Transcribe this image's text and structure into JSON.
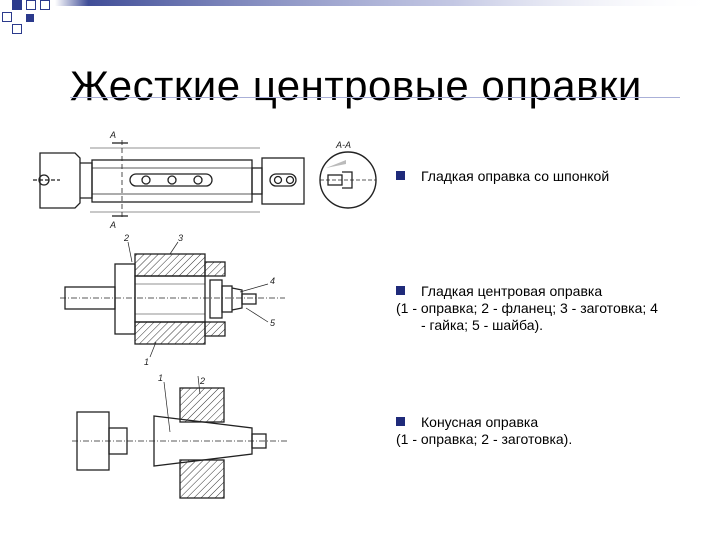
{
  "slide": {
    "title": "Жесткие центровые оправки"
  },
  "items": [
    {
      "lines": [
        "Гладкая оправка со шпонкой"
      ]
    },
    {
      "lines": [
        "Гладкая центровая оправка",
        "(1 - оправка;  2 - фланец; 3 - заготовка; 4",
        "- гайка; 5 - шайба)."
      ]
    },
    {
      "lines": [
        "Конусная оправка",
        "(1 - оправка; 2 - заготовка)."
      ]
    }
  ],
  "figure_labels": {
    "fig1": {
      "section_a_top": "A",
      "section_a_bottom": "A",
      "section_title": "A-A"
    },
    "fig2": {
      "n2": "2",
      "n3": "3",
      "n4": "4",
      "n5": "5",
      "n1": "1"
    },
    "fig3": {
      "n1": "1",
      "n2": "2"
    }
  },
  "colors": {
    "accent": "#2b3a8c",
    "bullet": "#1f2a7a"
  }
}
